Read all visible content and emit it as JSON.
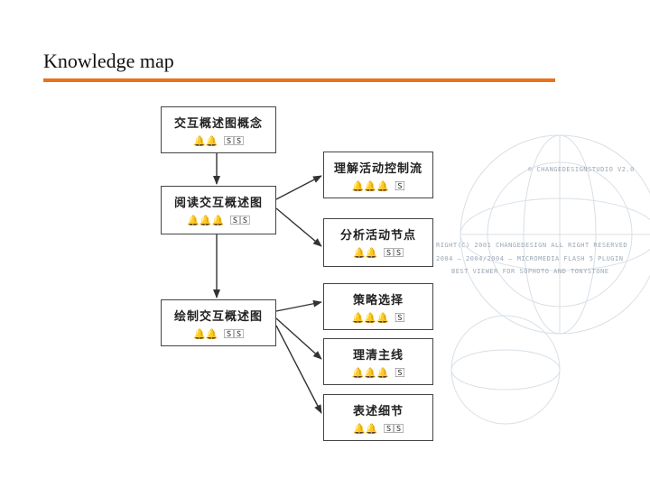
{
  "slide": {
    "title": "Knowledge map",
    "accent_color": "#e8731a"
  },
  "watermark": {
    "lines": [
      "© CHANGEDESIGNSTUDIO V2.0",
      "RIGHT(C) 2001 CHANGEDESIGN ALL RIGHT RESERVED",
      "2004 — 2004/2004 — MICROMEDIA FLASH 5 PLUGIN",
      "BEST VIEWER FOR SOPHOTO AND TONYSTONE"
    ]
  },
  "diagram": {
    "left_nodes": [
      {
        "label": "交互概述图概念",
        "marks": "🔔🔔  🅂🅂"
      },
      {
        "label": "阅读交互概述图",
        "marks": "🔔🔔🔔  🅂🅂"
      },
      {
        "label": "绘制交互概述图",
        "marks": "🔔🔔  🅂🅂"
      }
    ],
    "right_nodes": [
      {
        "label": "理解活动控制流",
        "marks": "🔔🔔🔔  🅂"
      },
      {
        "label": "分析活动节点",
        "marks": "🔔🔔  🅂🅂"
      },
      {
        "label": "策略选择",
        "marks": "🔔🔔🔔  🅂"
      },
      {
        "label": "理清主线",
        "marks": "🔔🔔🔔  🅂"
      },
      {
        "label": "表述细节",
        "marks": "🔔🔔  🅂🅂"
      }
    ]
  }
}
